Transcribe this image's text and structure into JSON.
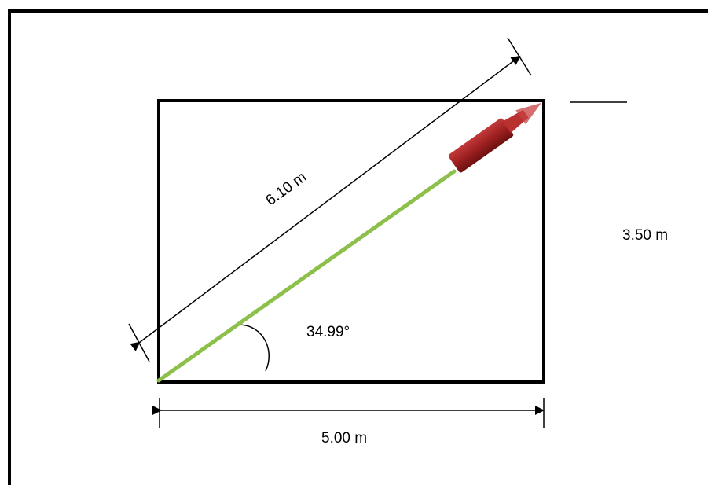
{
  "diagram": {
    "labels": {
      "hypotenuse": "6.10 m",
      "height": "3.50 m",
      "angle": "34.99°",
      "base": "5.00 m"
    },
    "colors": {
      "stroke": "#000000",
      "rod": "#8dc04b",
      "cylinder": "#9e2020",
      "cylinder_highlight": "#c84040",
      "background": "#ffffff"
    }
  }
}
